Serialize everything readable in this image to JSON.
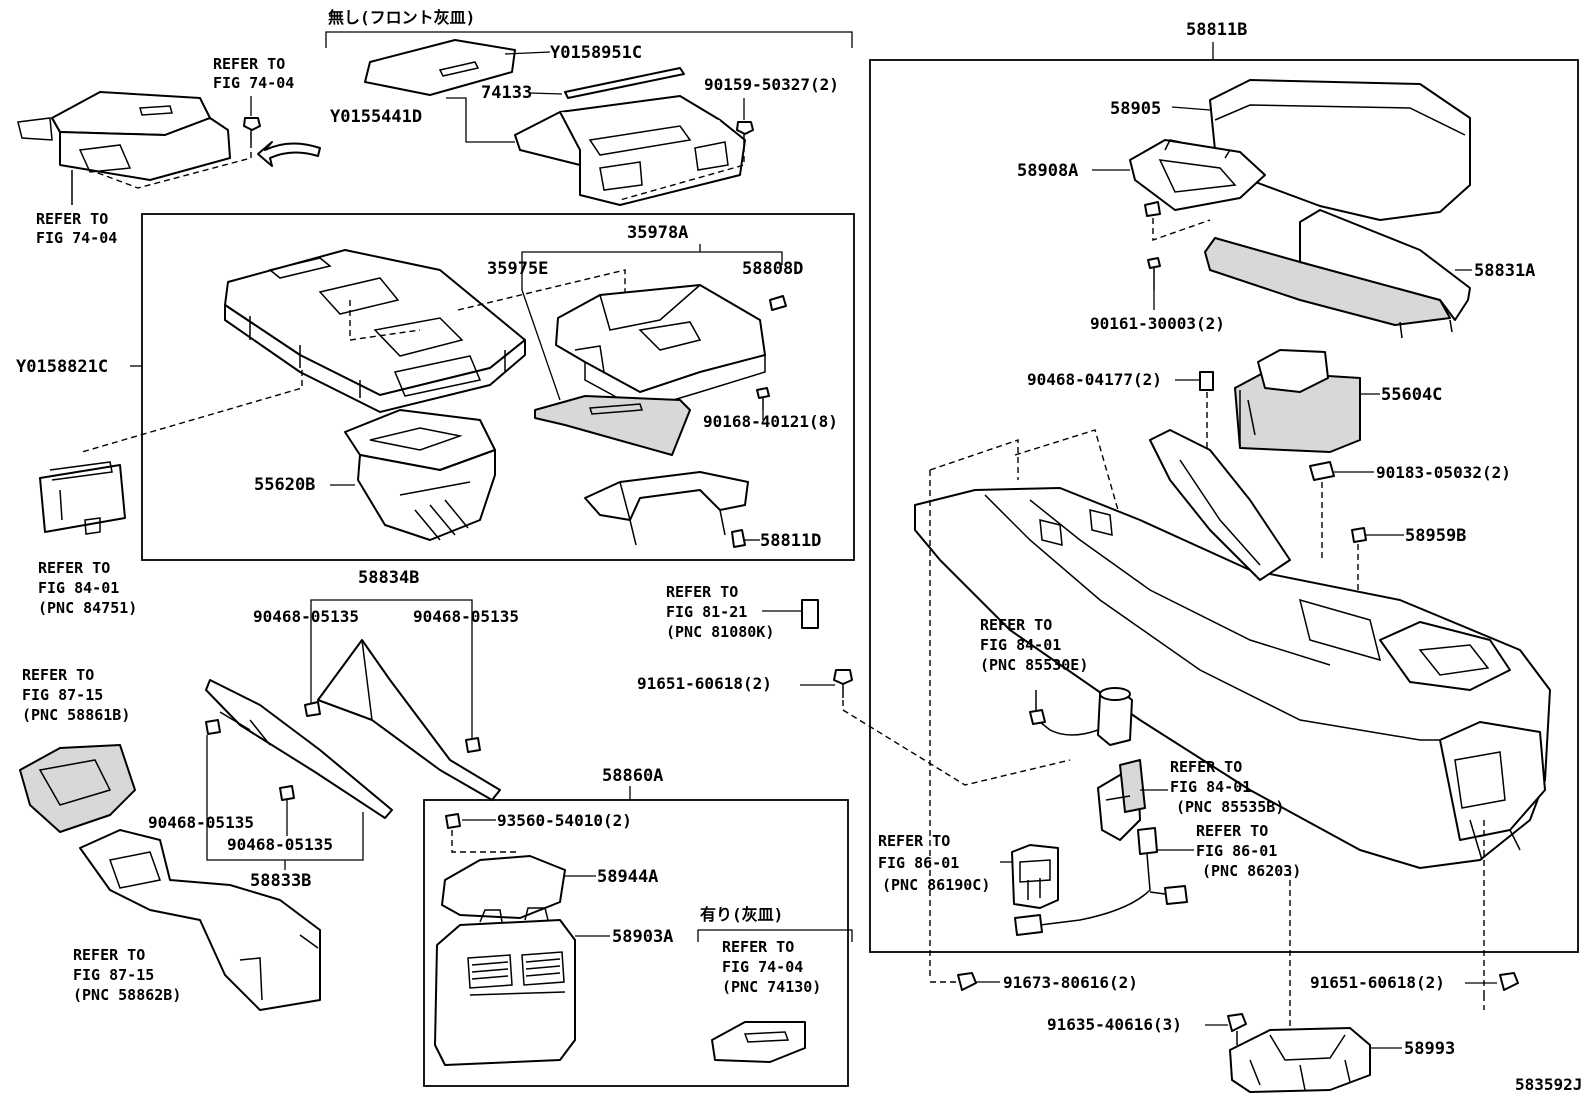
{
  "diagram": {
    "figure_id": "583592J",
    "groups": {
      "front_tray_note": "無し(フロント灰皿)",
      "rear_ash_note": "有り(灰皿)",
      "console_assy": "58811B",
      "panel_box_header": "35978A",
      "panel_upper_header": "58834B",
      "panel_lower_footer": "58833B",
      "rear_box_header": "58860A"
    },
    "labels": {
      "l_refer_to_1": "REFER TO",
      "l_fig_74_04_1": "FIG 74-04",
      "l_refer_to_2": "REFER TO",
      "l_fig_74_04_2": "FIG 74-04",
      "l_y0158951c": "Y0158951C",
      "l_74133": "74133",
      "l_90159": "90159-50327(2)",
      "l_y0155441d": "Y0155441D",
      "l_y0158821c": "Y0158821C",
      "l_35975e": "35975E",
      "l_58808d": "58808D",
      "l_90168": "90168-40121(8)",
      "l_55620b": "55620B",
      "l_58811d": "58811D",
      "l_refer_to_3": "REFER TO",
      "l_fig_84_01_1": "FIG 84-01",
      "l_pnc_84751": "(PNC 84751)",
      "l_90468_a": "90468-05135",
      "l_90468_b": "90468-05135",
      "l_refer_to_4": "REFER TO",
      "l_fig_81_21": "FIG 81-21",
      "l_pnc_81080k": "(PNC 81080K)",
      "l_91651_1": "91651-60618(2)",
      "l_refer_to_5": "REFER TO",
      "l_fig_87_15_1": "FIG 87-15",
      "l_pnc_58861b": "(PNC 58861B)",
      "l_90468_c": "90468-05135",
      "l_90468_d": "90468-05135",
      "l_refer_to_6": "REFER TO",
      "l_fig_87_15_2": "FIG 87-15",
      "l_pnc_58862b": "(PNC 58862B)",
      "l_93560": "93560-54010(2)",
      "l_58944a": "58944A",
      "l_58903a": "58903A",
      "l_refer_to_7": "REFER TO",
      "l_fig_74_04_3": "FIG 74-04",
      "l_pnc_74130": "(PNC 74130)",
      "l_58905": "58905",
      "l_58908a": "58908A",
      "l_58831a": "58831A",
      "l_90161": "90161-30003(2)",
      "l_90468_04177": "90468-04177(2)",
      "l_55604c": "55604C",
      "l_90183": "90183-05032(2)",
      "l_58959b": "58959B",
      "l_refer_to_8": "REFER TO",
      "l_fig_84_01_2": "FIG 84-01",
      "l_pnc_85530e": "(PNC 85530E)",
      "l_refer_to_9": "REFER TO",
      "l_fig_84_01_3": "FIG 84-01",
      "l_pnc_85535b": "(PNC 85535B)",
      "l_refer_to_10": "REFER TO",
      "l_fig_86_01_1": "FIG 86-01",
      "l_pnc_86203": "(PNC 86203)",
      "l_refer_to_11": "REFER TO",
      "l_fig_86_01_2": "FIG 86-01",
      "l_pnc_86190c": "(PNC 86190C)",
      "l_91673": "91673-80616(2)",
      "l_91651_2": "91651-60618(2)",
      "l_91635": "91635-40616(3)",
      "l_58993": "58993"
    }
  }
}
